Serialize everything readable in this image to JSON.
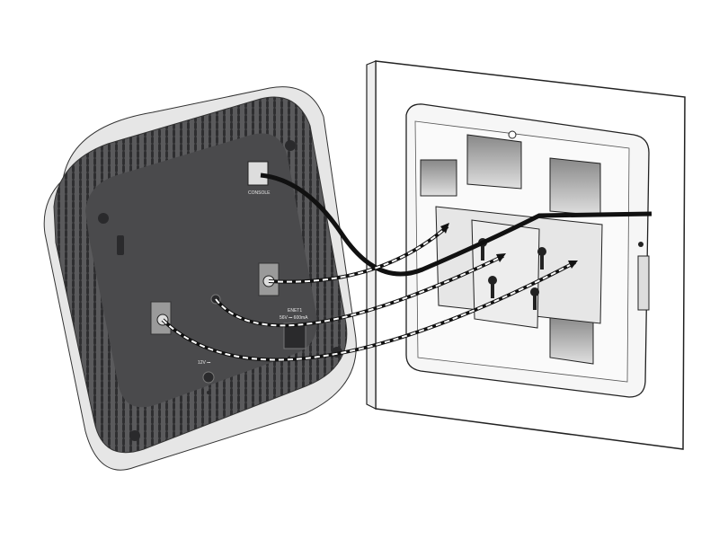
{
  "labels": {
    "console": "CONSOLE",
    "enet1": "ENET1",
    "enet1_power": "56V ⎓ 600mA",
    "dc_power": "12V ⎓"
  },
  "colors": {
    "device_body": "#4a4a4c",
    "device_rim": "#d8d8d8",
    "wall_plate": "#f4f4f4",
    "bracket": "#e9e9e9",
    "cable": "#111111"
  }
}
